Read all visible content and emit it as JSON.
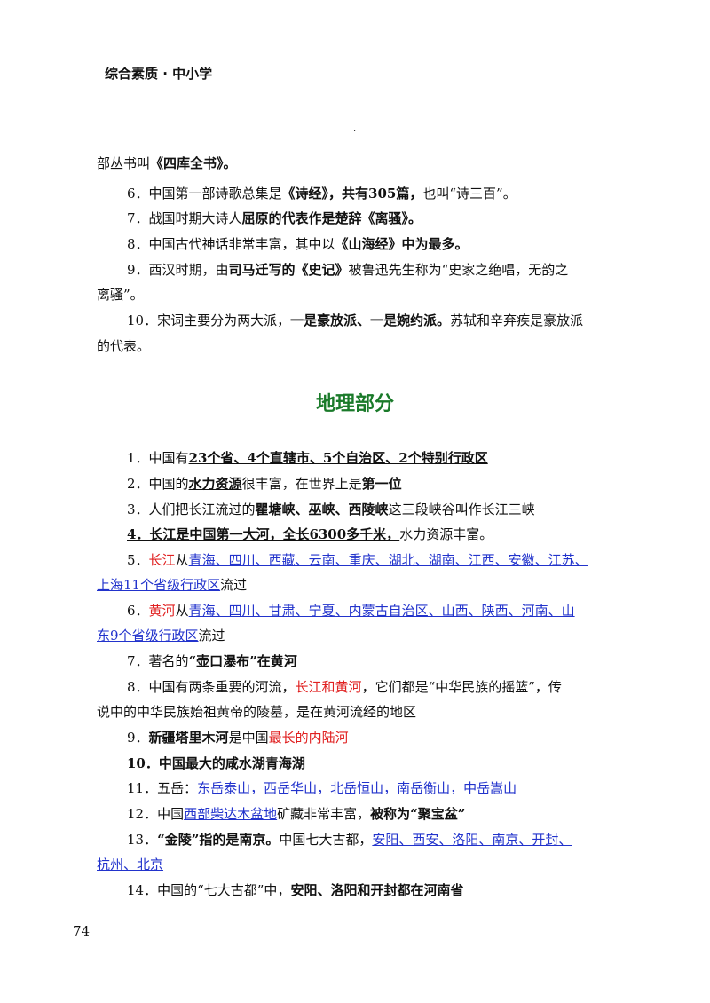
{
  "header": {
    "title": "综合素质 · 中小学"
  },
  "dot": ".",
  "lit": {
    "l0": {
      "a": "部丛书叫",
      "b": "《四库全书》。"
    },
    "l6": {
      "a": "6．中国第一部诗歌总集是",
      "b": "《诗经》，共有305篇，",
      "c": "也叫“诗三百”。"
    },
    "l7": {
      "a": "7．战国时期大诗人",
      "b": "屈原的代表作是楚辞《离骚》。"
    },
    "l8": {
      "a": "8．中国古代神话非常丰富，其中以",
      "b": "《山海经》中为最多。"
    },
    "l9a": {
      "a": "9．西汉时期，由",
      "b": "司马迁写的《史记》",
      "c": "被鲁迅先生称为“史家之绝唱，无韵之"
    },
    "l9b": "离骚”。",
    "l10a": {
      "a": "10．宋词主要分为两大派，",
      "b": "一是豪放派、一是婉约派。",
      "c": "苏轼和辛弃疾是豪放派"
    },
    "l10b": "的代表。"
  },
  "geo": {
    "heading": "地理部分",
    "g1": {
      "a": "1．中国有",
      "b": "23个省、4个直辖市、5个自治区、2个特别行政区"
    },
    "g2": {
      "a": "2．中国的",
      "b": "水力资源",
      "c": "很丰富，在世界上是",
      "d": "第一位"
    },
    "g3": {
      "a": "3．人们把长江流过的",
      "b": "瞿塘峡、巫峡、西陵峡",
      "c": "这三段峡谷叫作长江三峡"
    },
    "g4": {
      "a": "4．长江是中国第一大河，全长6300多千米，",
      "b": "水力资源丰富。"
    },
    "g5a": {
      "a": "5．",
      "b": "长江",
      "c": "从",
      "d": "青海、四川、西藏、云南、重庆、湖北、湖南、江西、安徽、江苏、"
    },
    "g5b": {
      "a": "上海11个省级行政区",
      "b": "流过"
    },
    "g6a": {
      "a": "6．",
      "b": "黄河",
      "c": "从",
      "d": "青海、四川、甘肃、宁夏、内蒙古自治区、山西、陕西、河南、山"
    },
    "g6b": {
      "a": "东9个省级行政区",
      "b": "流过"
    },
    "g7": {
      "a": "7．著名的",
      "b": "“壶口瀑布”在黄河"
    },
    "g8a": {
      "a": "8．中国有两条重要的河流，",
      "b": "长江和黄河",
      "c": "，它们都是“中华民族的摇篮”，传"
    },
    "g8b": "说中的中华民族始祖黄帝的陵墓，是在黄河流经的地区",
    "g9": {
      "a": "9．",
      "b": "新疆塔里木河",
      "c": "是中国",
      "d": "最长的内陆河"
    },
    "g10": "10．中国最大的咸水湖青海湖",
    "g11": {
      "a": "11．五岳：",
      "b": "东岳泰山，西岳华山，北岳恒山，南岳衡山，中岳嵩山"
    },
    "g12": {
      "a": "12．中国",
      "b": "西部柴达木盆地",
      "c": "矿藏非常丰富，",
      "d": "被称为“聚宝盆”"
    },
    "g13a": {
      "a": "13．",
      "b": "“金陵”指的是南京。",
      "c": "中国七大古都，",
      "d": "安阳、西安、洛阳、南京、开封、"
    },
    "g13b": "杭州、北京",
    "g14": {
      "a": "14．中国的“七大古都”中，",
      "b": "安阳、洛阳和开封都在河南省"
    }
  },
  "page_number": "74"
}
